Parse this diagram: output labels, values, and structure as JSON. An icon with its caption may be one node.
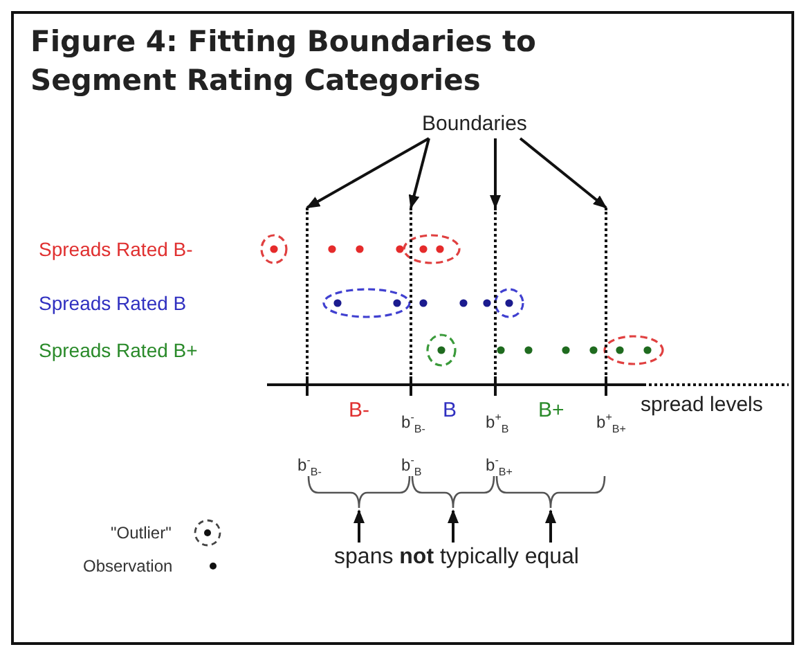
{
  "diagram": {
    "title": "Figure 4: Fitting Boundaries to Segment Rating Categories",
    "nodes": [
      {
        "text": [
          "Boundaries"
        ]
      },
      {
        "text": [],
        "shape": "line"
      },
      {
        "text": [],
        "shape": "line"
      },
      {
        "text": [],
        "shape": "line"
      },
      {
        "text": [],
        "shape": "line"
      },
      {
        "text": [
          "spans **not** typically equal"
        ]
      },
      {
        "text": [],
        "shape": "bracket"
      },
      {
        "text": [],
        "shape": "bracket"
      },
      {
        "text": [],
        "shape": "bracket"
      }
    ],
    "edges": [
      {
        "from": 0,
        "to": 1,
        "arrow": "to"
      },
      {
        "from": 0,
        "to": 2,
        "arrow": "to"
      },
      {
        "from": 0,
        "to": 3,
        "arrow": "to"
      },
      {
        "from": 0,
        "to": 4,
        "arrow": "to"
      },
      {
        "from": 5,
        "to": 6,
        "arrow": "to"
      },
      {
        "from": 5,
        "to": 7,
        "arrow": "to"
      },
      {
        "from": 5,
        "to": 8,
        "arrow": "to"
      }
    ],
    "labels": [
      "Spreads Rated B-",
      "Spreads Rated B",
      "Spreads Rated B+",
      "B-",
      "b$^{-}$$_{B-}$",
      "B",
      "b$^{+}$$_{B}$",
      "B+",
      "b$^{+}$$_{B+}$",
      "spread levels",
      "b$^{-}$$_{B-}$",
      "b$^{-}$$_{B}$",
      "b$^{-}$$_{B+}$"
    ],
    "legend": [
      {
        "text": "\"Outlier\""
      },
      {
        "text": "Observation"
      }
    ]
  }
}
